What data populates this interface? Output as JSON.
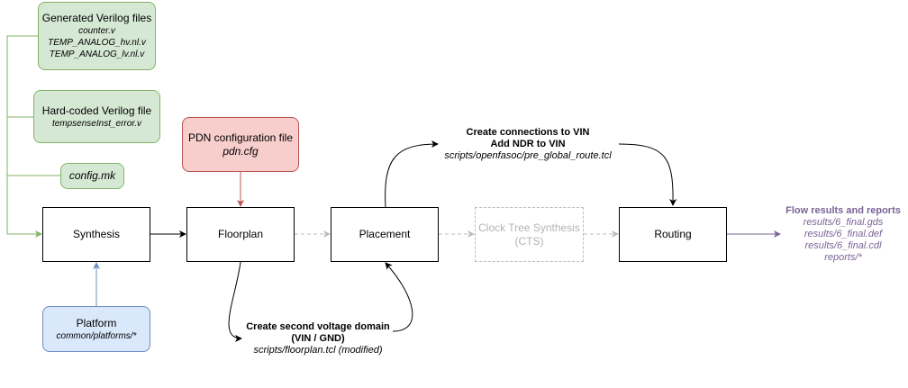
{
  "inputs": {
    "generated_verilog": {
      "title": "Generated Verilog files",
      "files": [
        "counter.v",
        "TEMP_ANALOG_hv.nl.v",
        "TEMP_ANALOG_lv.nl.v"
      ]
    },
    "hardcoded_verilog": {
      "title": "Hard-coded Verilog file",
      "files": [
        "tempsenseInst_error.v"
      ]
    },
    "config_mk": {
      "label": "config.mk"
    },
    "pdn_config": {
      "title": "PDN configuration file",
      "file": "pdn.cfg"
    },
    "platform": {
      "title": "Platform",
      "path": "common/platforms/*"
    }
  },
  "stages": {
    "synthesis": "Synthesis",
    "floorplan": "Floorplan",
    "placement": "Placement",
    "cts": {
      "line1": "Clock Tree Synthesis",
      "line2": "(CTS)"
    },
    "routing": "Routing"
  },
  "annotations": {
    "pre_global_route": {
      "line1": "Create connections to VIN",
      "line2": "Add NDR to VIN",
      "script": "scripts/openfasoc/pre_global_route.tcl"
    },
    "floorplan_mod": {
      "line1": "Create second voltage domain",
      "line2": "(VIN / GND)",
      "script": "scripts/floorplan.tcl (modified)"
    }
  },
  "results": {
    "title": "Flow results and reports",
    "files": [
      "results/6_final.gds",
      "results/6_final.def",
      "results/6_final.cdl",
      "reports/*"
    ]
  },
  "colors": {
    "green_fill": "#d5e8d4",
    "green_stroke": "#82b366",
    "red_fill": "#f8cecc",
    "red_stroke": "#b85450",
    "blue_fill": "#dae8fc",
    "blue_stroke": "#6c8ebf",
    "purple": "#7a6496",
    "gray": "#bdbdbd"
  }
}
